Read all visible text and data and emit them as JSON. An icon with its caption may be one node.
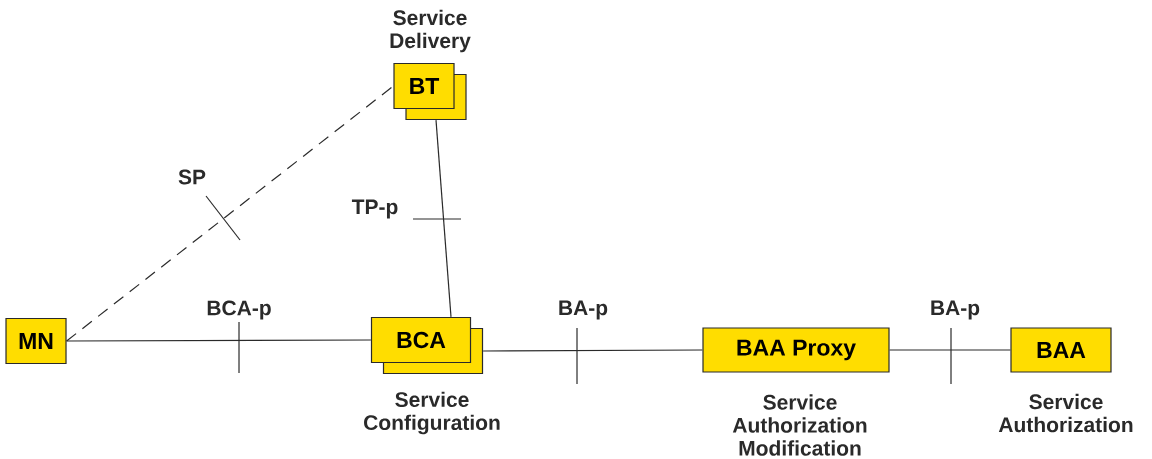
{
  "diagram": {
    "nodes": [
      {
        "text": [
          "BT"
        ],
        "beside": [
          "Service Delivery"
        ]
      },
      {
        "text": [
          "MN"
        ]
      },
      {
        "text": [
          "BCA"
        ],
        "beside": [
          "Service Configuration"
        ]
      },
      {
        "text": [
          "BAA Proxy"
        ],
        "beside": [
          "Service Authorization Modification"
        ]
      },
      {
        "text": [
          "BAA"
        ],
        "beside": [
          "Service Authorization"
        ]
      }
    ],
    "edges": [
      {
        "from": 1,
        "to": 0,
        "arrow": "none",
        "label": "SP",
        "style": "dashed"
      },
      {
        "from": 0,
        "to": 2,
        "arrow": "none",
        "label": "TP-p"
      },
      {
        "from": 1,
        "to": 2,
        "arrow": "none",
        "label": "BCA-p"
      },
      {
        "from": 2,
        "to": 3,
        "arrow": "none",
        "label": "BA-p"
      },
      {
        "from": 3,
        "to": 4,
        "arrow": "none",
        "label": "BA-p"
      }
    ]
  }
}
